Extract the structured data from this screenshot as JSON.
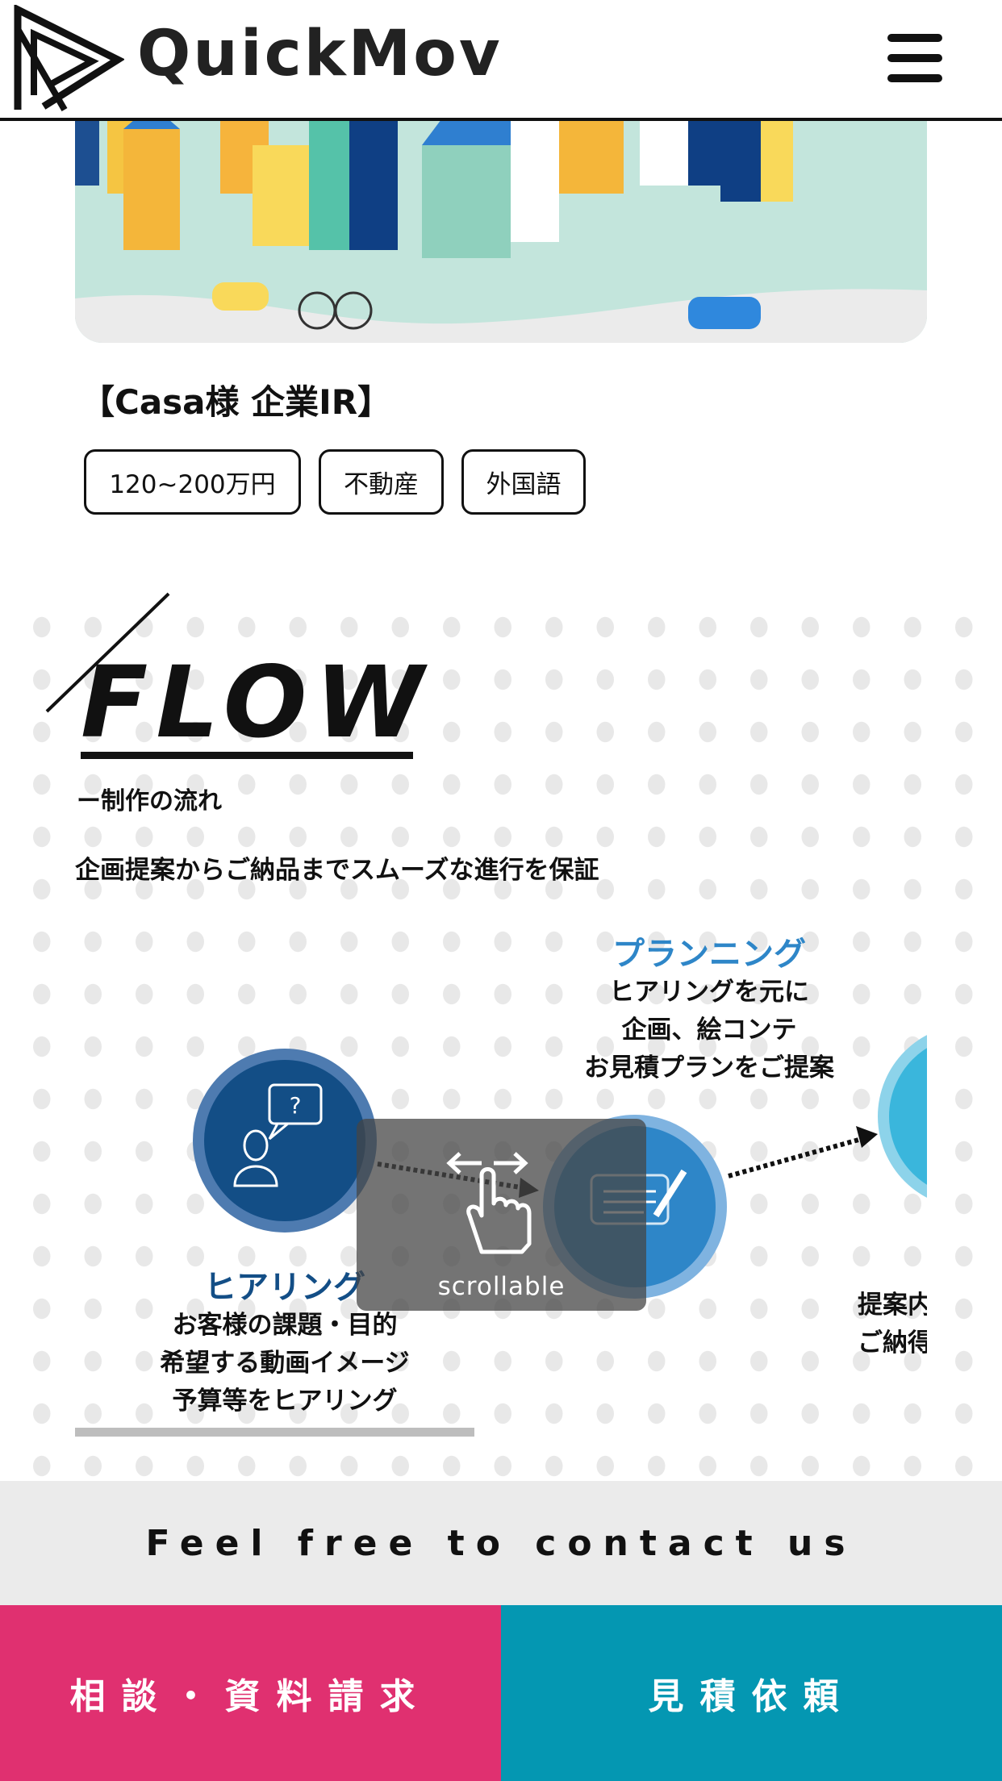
{
  "header": {
    "logo_text": "QuickMov",
    "menu_icon": "hamburger-icon"
  },
  "case": {
    "title": "【Casa様 企業IR】",
    "tags": [
      "120~200万円",
      "不動産",
      "外国語"
    ]
  },
  "flow": {
    "title": "FLOW",
    "subtitle": "ー制作の流れ",
    "description": "企画提案からご納品までスムーズな進行を保証",
    "steps": [
      {
        "heading": "ヒアリング",
        "lines": [
          "お客様の課題・目的",
          "希望する動画イメージ",
          "予算等をヒアリング"
        ],
        "icon": "person-question-icon"
      },
      {
        "heading": "プランニング",
        "lines": [
          "ヒアリングを元に",
          "企画、絵コンテ",
          "お見積プランをご提案"
        ],
        "icon": "message-pen-icon"
      },
      {
        "heading": "",
        "lines": [
          "提案内",
          "ご納得"
        ],
        "icon": ""
      }
    ],
    "scroll_hint": "scrollable"
  },
  "contact": {
    "tagline": "Feel free to contact us",
    "buttons": [
      {
        "label": "相談・資料請求",
        "color": "#e03070"
      },
      {
        "label": "見積依頼",
        "color": "#0497b2"
      }
    ]
  },
  "colors": {
    "dark_blue": "#134e86",
    "blue": "#2e86c8",
    "light_blue": "#3ab6dc"
  }
}
